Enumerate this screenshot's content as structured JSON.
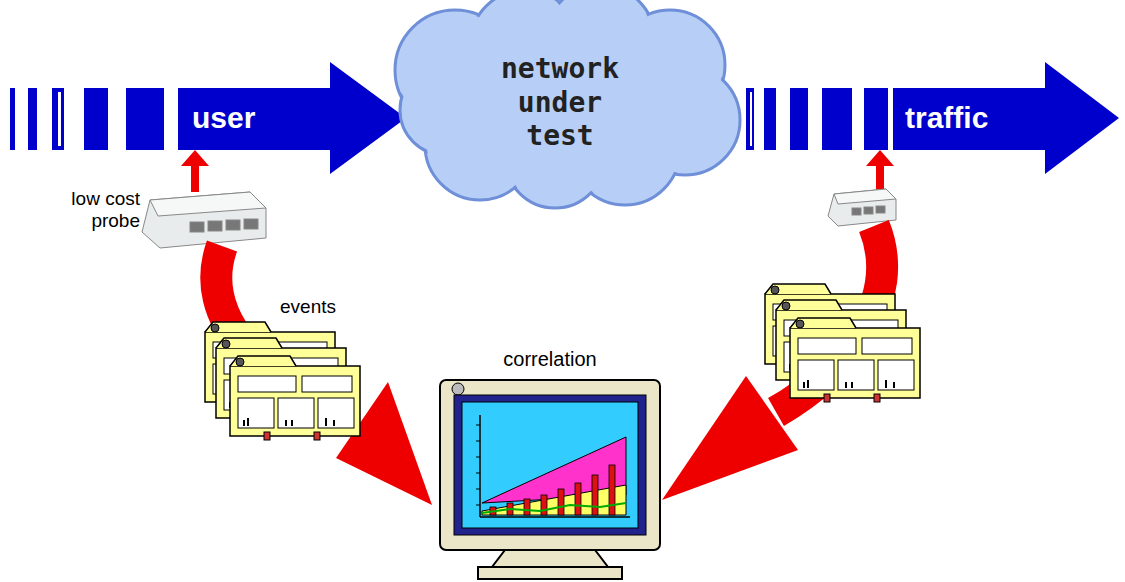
{
  "diagram": {
    "nodes": [
      {
        "text": [
          "user"
        ]
      },
      {
        "text": [
          "network under test"
        ]
      },
      {
        "text": [
          "traffic"
        ]
      },
      {
        "text": [
          "correlation"
        ]
      }
    ],
    "labels": [
      "low cost probe",
      "events"
    ]
  }
}
